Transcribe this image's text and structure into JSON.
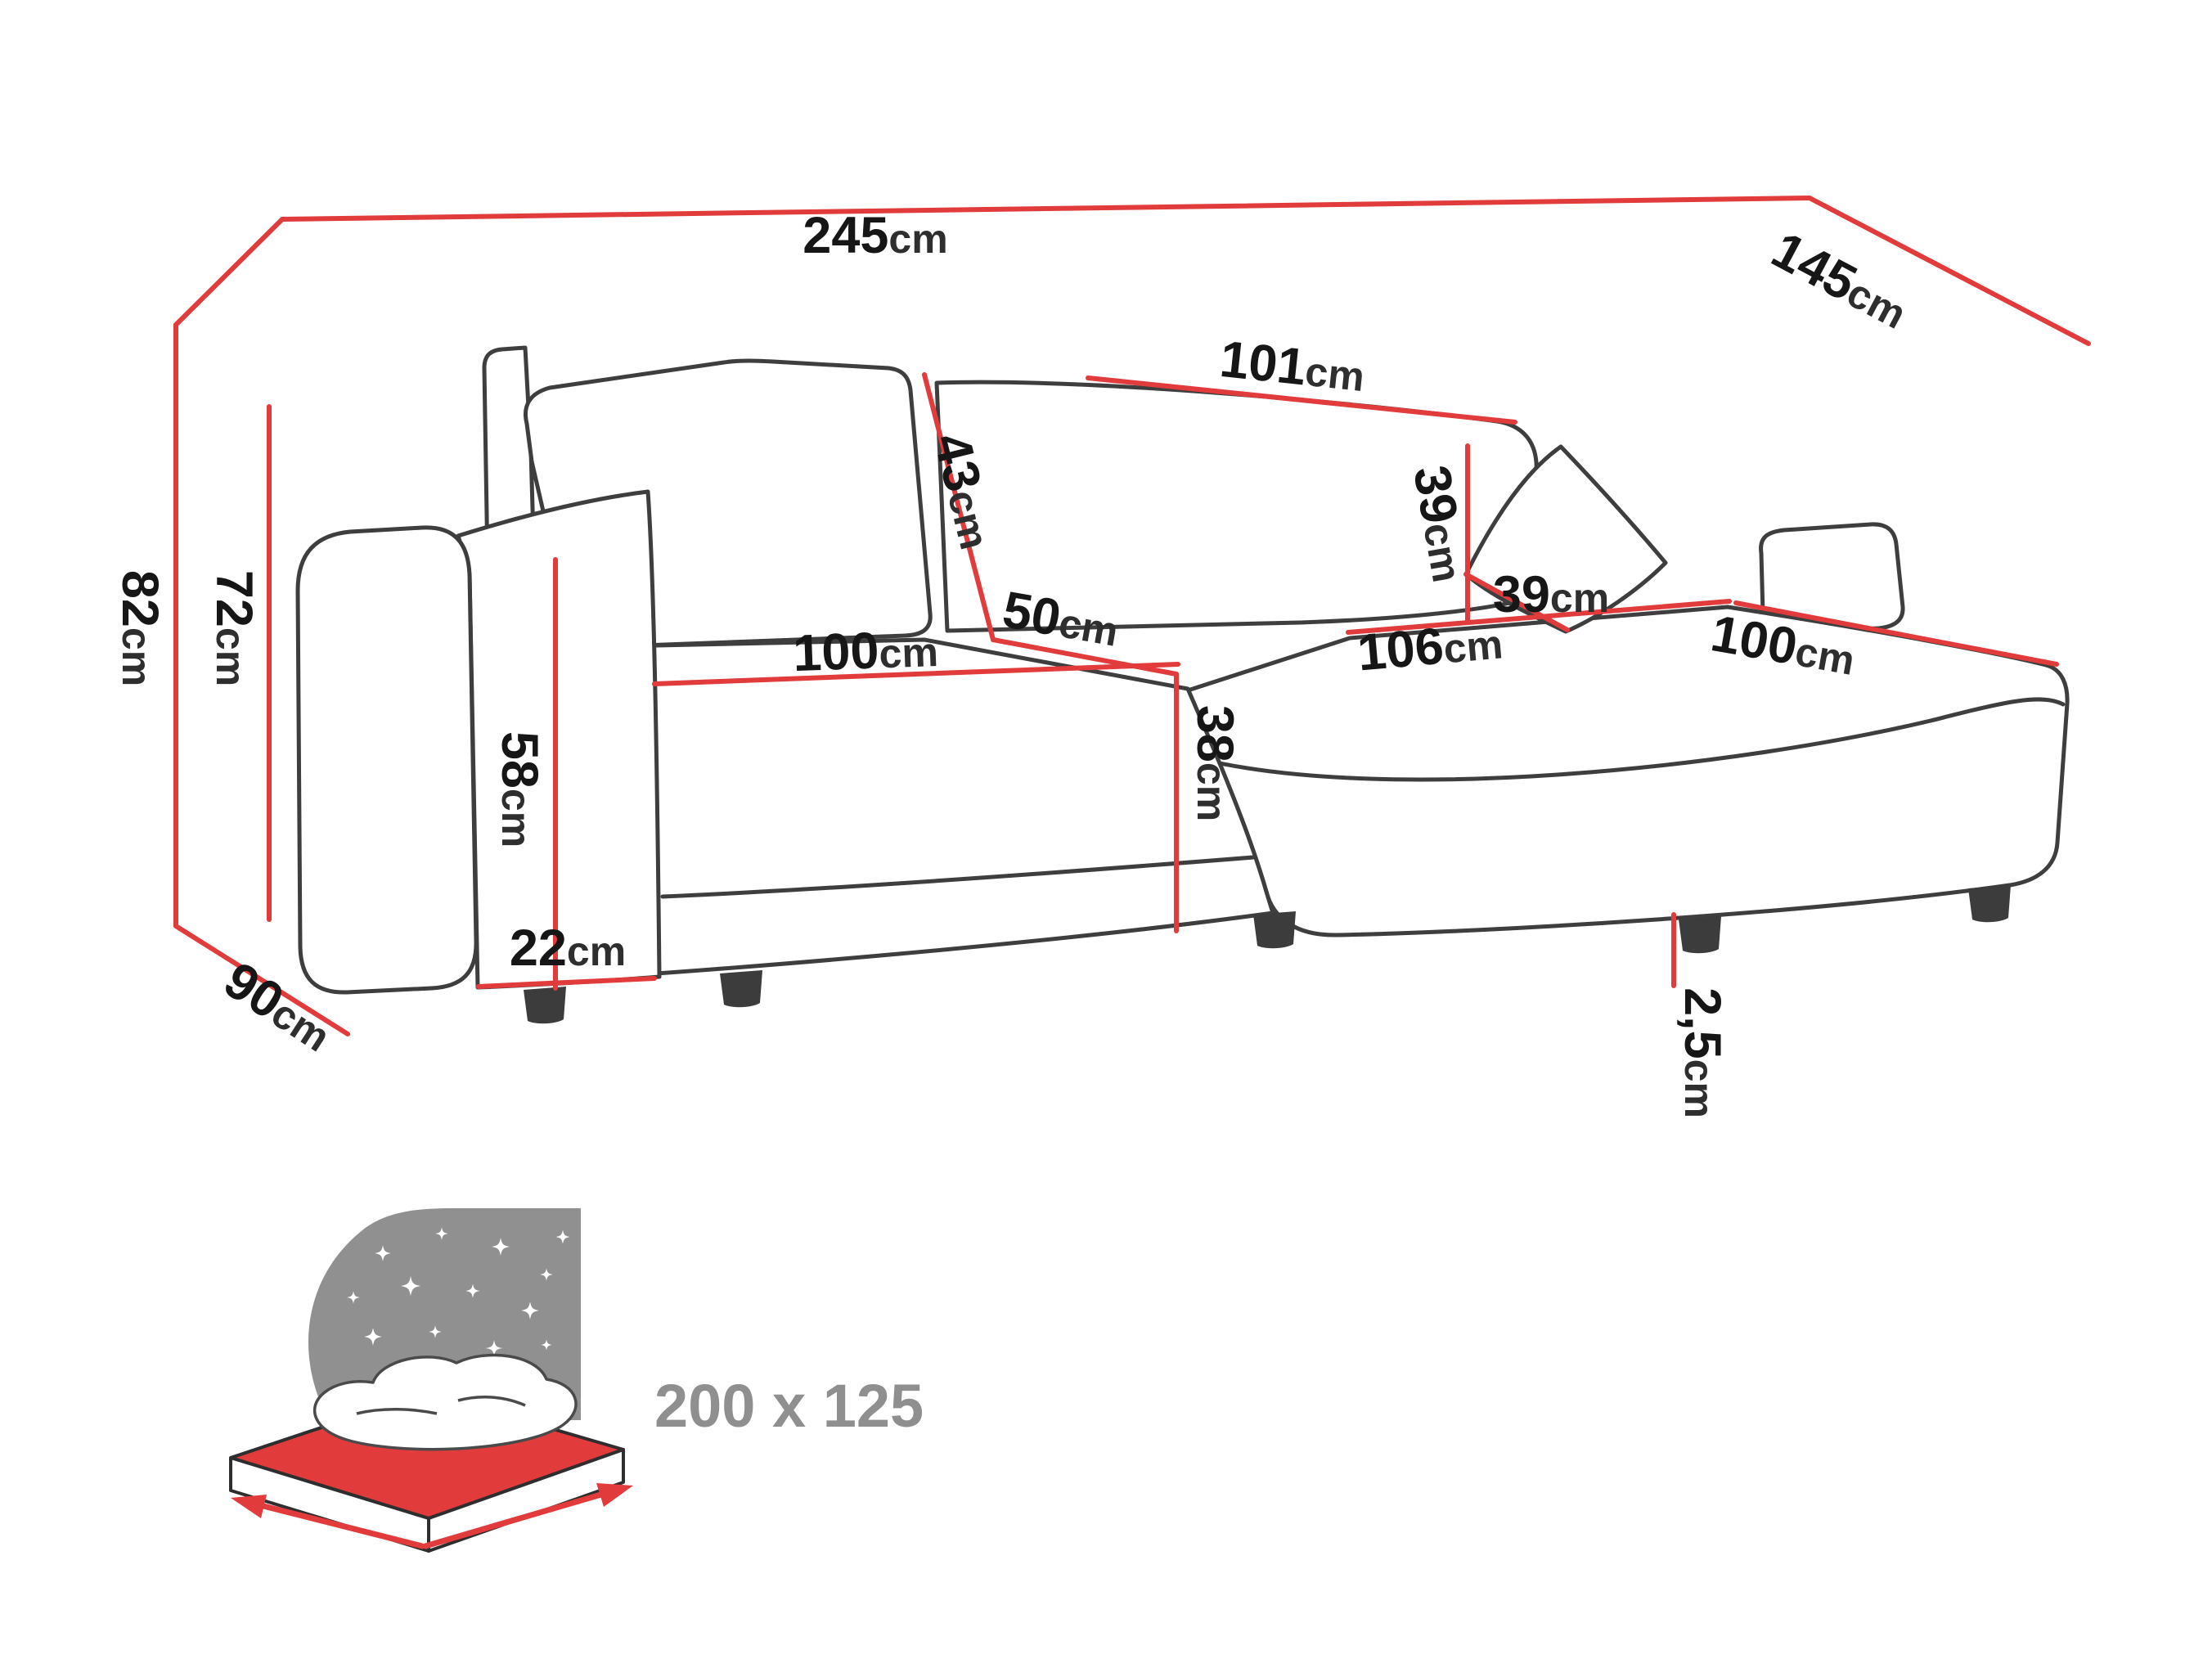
{
  "title": "Corner sofa dimensions diagram",
  "colors": {
    "dimension_red": "#e23b3b",
    "outline_gray": "#3e3e3e",
    "value_text": "#161616",
    "unit_text": "#2e2e2e",
    "muted_gray": "#8f8f8f",
    "leg_fill": "#3c3c3c",
    "headboard_gray": "#909090",
    "bed_red": "#e23b3b"
  },
  "dimensions": {
    "width_total": {
      "value": "245",
      "unit": "cm"
    },
    "depth_total": {
      "value": "145",
      "unit": "cm"
    },
    "height_total": {
      "value": "82",
      "unit": "cm"
    },
    "height_backrest": {
      "value": "72",
      "unit": "cm"
    },
    "depth_side": {
      "value": "90",
      "unit": "cm"
    },
    "height_armrest_front": {
      "value": "58",
      "unit": "cm"
    },
    "width_armrest": {
      "value": "22",
      "unit": "cm"
    },
    "depth_seat": {
      "value": "100",
      "unit": "cm"
    },
    "height_back_cushion": {
      "value": "43",
      "unit": "cm"
    },
    "width_seat_section": {
      "value": "50",
      "unit": "cm"
    },
    "width_backrest_section": {
      "value": "101",
      "unit": "cm"
    },
    "height_seat": {
      "value": "38",
      "unit": "cm"
    },
    "length_chaise": {
      "value": "106",
      "unit": "cm"
    },
    "pillow_height": {
      "value": "39",
      "unit": "cm"
    },
    "pillow_width": {
      "value": "39",
      "unit": "cm"
    },
    "width_chaise": {
      "value": "100",
      "unit": "cm"
    },
    "height_legs": {
      "value": "2,5",
      "unit": "cm"
    }
  },
  "sleeping_area": {
    "icon": "fold-out-bed-icon",
    "size_label": "200 x 125"
  }
}
